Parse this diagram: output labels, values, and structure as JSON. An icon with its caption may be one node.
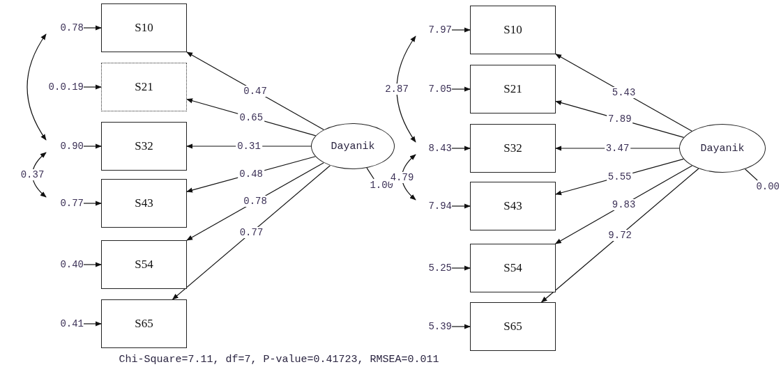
{
  "diagram": {
    "caption": "Chi-Square=7.11, df=7, P-value=0.41723, RMSEA=0.011",
    "nodes": [
      {
        "text": [
          "S10"
        ]
      },
      {
        "text": [
          "S21"
        ]
      },
      {
        "text": [
          "S32"
        ]
      },
      {
        "text": [
          "S43"
        ]
      },
      {
        "text": [
          "S54"
        ]
      },
      {
        "text": [
          "S65"
        ]
      },
      {
        "text": [
          "0.78"
        ]
      },
      {
        "text": [
          "0.0.19"
        ]
      },
      {
        "text": [
          "0.90"
        ]
      },
      {
        "text": [
          "0.77"
        ]
      },
      {
        "text": [
          "0.40"
        ]
      },
      {
        "text": [
          "0.41"
        ]
      },
      {
        "text": [
          "Dayanik"
        ]
      },
      {
        "text": [
          "1.00"
        ]
      },
      {
        "text": [
          "S10"
        ]
      },
      {
        "text": [
          "S21"
        ]
      },
      {
        "text": [
          "S32"
        ]
      },
      {
        "text": [
          "S43"
        ]
      },
      {
        "text": [
          "S54"
        ]
      },
      {
        "text": [
          "S65"
        ]
      },
      {
        "text": [
          "7.97"
        ]
      },
      {
        "text": [
          "7.05"
        ]
      },
      {
        "text": [
          "8.43"
        ]
      },
      {
        "text": [
          "7.94"
        ]
      },
      {
        "text": [
          "5.25"
        ]
      },
      {
        "text": [
          "5.39"
        ]
      },
      {
        "text": [
          "Dayanik"
        ]
      },
      {
        "text": [
          "0.00"
        ]
      }
    ],
    "edges": [
      {
        "from": 6,
        "to": 0,
        "arrow": "to"
      },
      {
        "from": 7,
        "to": 1,
        "arrow": "to"
      },
      {
        "from": 8,
        "to": 2,
        "arrow": "to"
      },
      {
        "from": 9,
        "to": 3,
        "arrow": "to"
      },
      {
        "from": 10,
        "to": 4,
        "arrow": "to"
      },
      {
        "from": 11,
        "to": 5,
        "arrow": "to"
      },
      {
        "from": 12,
        "to": 0,
        "arrow": "to",
        "label": "0.47"
      },
      {
        "from": 12,
        "to": 1,
        "arrow": "to",
        "label": "0.65"
      },
      {
        "from": 12,
        "to": 2,
        "arrow": "to",
        "label": "0.31"
      },
      {
        "from": 12,
        "to": 3,
        "arrow": "to",
        "label": "0.48"
      },
      {
        "from": 12,
        "to": 4,
        "arrow": "to",
        "label": "0.78"
      },
      {
        "from": 12,
        "to": 5,
        "arrow": "to",
        "label": "0.77"
      },
      {
        "from": 6,
        "to": 8,
        "arrow": "both"
      },
      {
        "from": 8,
        "to": 9,
        "arrow": "both",
        "label": "0.37"
      },
      {
        "from": 12,
        "to": 13,
        "arrow": "none"
      },
      {
        "from": 20,
        "to": 14,
        "arrow": "to"
      },
      {
        "from": 21,
        "to": 15,
        "arrow": "to"
      },
      {
        "from": 22,
        "to": 16,
        "arrow": "to"
      },
      {
        "from": 23,
        "to": 17,
        "arrow": "to"
      },
      {
        "from": 24,
        "to": 18,
        "arrow": "to"
      },
      {
        "from": 25,
        "to": 19,
        "arrow": "to"
      },
      {
        "from": 26,
        "to": 14,
        "arrow": "to",
        "label": "5.43"
      },
      {
        "from": 26,
        "to": 15,
        "arrow": "to",
        "label": "7.89"
      },
      {
        "from": 26,
        "to": 16,
        "arrow": "to",
        "label": "3.47"
      },
      {
        "from": 26,
        "to": 17,
        "arrow": "to",
        "label": "5.55"
      },
      {
        "from": 26,
        "to": 18,
        "arrow": "to",
        "label": "9.83"
      },
      {
        "from": 26,
        "to": 19,
        "arrow": "to",
        "label": "9.72"
      },
      {
        "from": 20,
        "to": 22,
        "arrow": "both",
        "label": "2.87"
      },
      {
        "from": 22,
        "to": 23,
        "arrow": "both",
        "label": "4.79"
      },
      {
        "from": 26,
        "to": 27,
        "arrow": "none"
      }
    ]
  }
}
